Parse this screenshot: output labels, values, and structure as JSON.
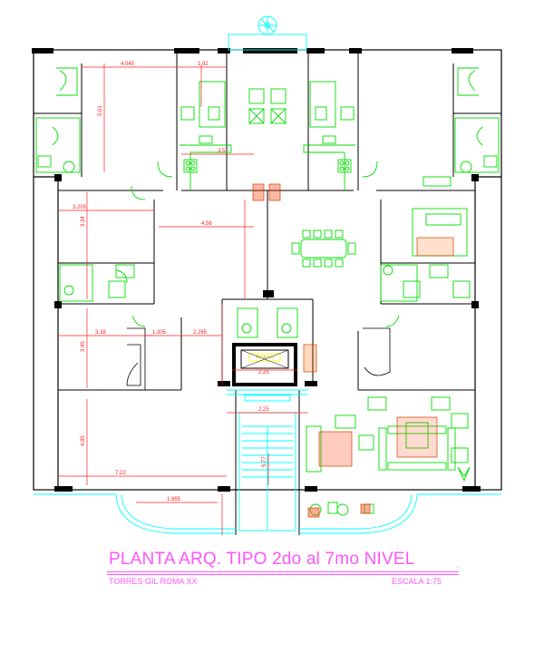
{
  "title": "PLANTA ARQ. TIPO 2do al 7mo NIVEL",
  "subtitle_left": "TORRES GIL ROMA XX",
  "subtitle_right": "ESCALA 1:75",
  "title_dot": ".",
  "room_labels": {
    "elevator": "Ascensor"
  },
  "dimensions": {
    "d_4045": "4.045",
    "d_1_92": "1.92",
    "d_5_01": "5.01",
    "d_3_5": "3.5",
    "d_3205": "3.205",
    "d_3_34": "3.34",
    "d_4_56": "4.56",
    "d_3_38": "3.38",
    "d_3_45": "3.45",
    "d_1305": "1.305",
    "d_2265": "2.265",
    "d_2_25a": "2.25",
    "d_2_25b": "2.25",
    "d_7_22": "7.22",
    "d_1_885": "1.885",
    "d_4_85": "4.85",
    "d_5_77": "5.77"
  },
  "colors": {
    "walls": "#000000",
    "fixtures": "#00dd00",
    "cyan": "#00ffff",
    "dims": "#ff2020",
    "title": "#ff55ff"
  }
}
